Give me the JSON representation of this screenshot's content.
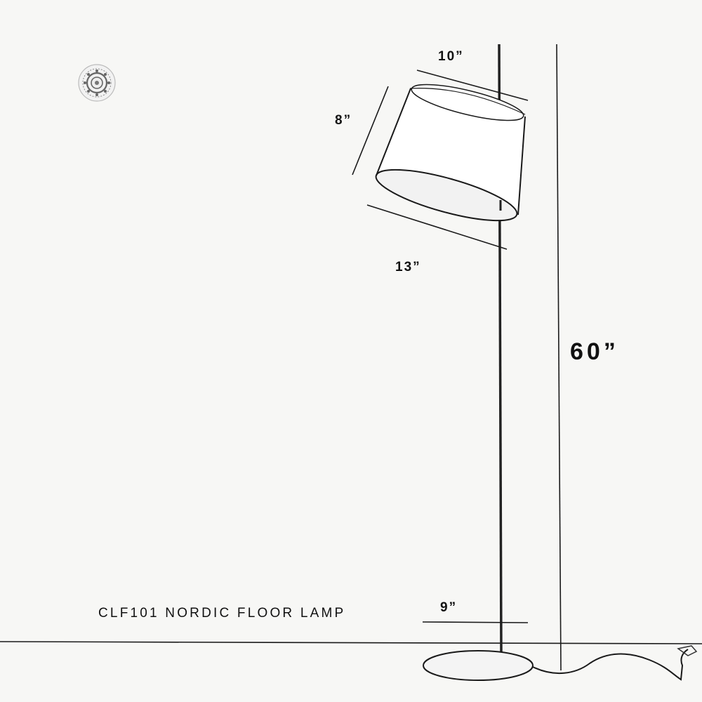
{
  "product": {
    "caption": "CLF101 NORDIC FLOOR LAMP"
  },
  "dimensions": {
    "shade_top_diameter": "10”",
    "shade_height": "8”",
    "shade_bottom_diameter": "13”",
    "total_height": "60”",
    "base_diameter": "9”"
  },
  "logo": {
    "icon": "brand-logo-emblem"
  },
  "colors": {
    "background": "#f7f7f5",
    "line": "#1a1a1a",
    "shade": "#ffffff",
    "shade_inner": "#f2f2f2"
  }
}
